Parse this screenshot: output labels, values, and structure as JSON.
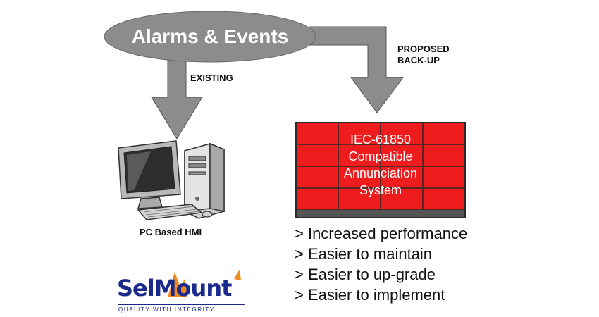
{
  "title": "Alarms & Events",
  "existing_label": "EXISTING",
  "proposed_label_line1": "PROPOSED",
  "proposed_label_line2": "BACK-UP",
  "panel_lines": [
    "IEC-61850",
    "Compatible",
    "Annunciation",
    "System"
  ],
  "pc_label": "PC Based HMI",
  "benefits": [
    "> Increased performance",
    "> Easier to maintain",
    "> Easier to up-grade",
    "> Easier to implement"
  ],
  "logo": {
    "name_part1": "Sel",
    "name_part2": "Mount",
    "tagline": "QUALITY WITH INTEGRITY"
  },
  "colors": {
    "ellipse": "#8c8c8c",
    "arrow": "#8c8c8c",
    "panel_red": "#ee1c1c",
    "panel_grid": "#2a2a2a",
    "logo_blue": "#1a2a8c",
    "logo_orange": "#f08a1c"
  }
}
